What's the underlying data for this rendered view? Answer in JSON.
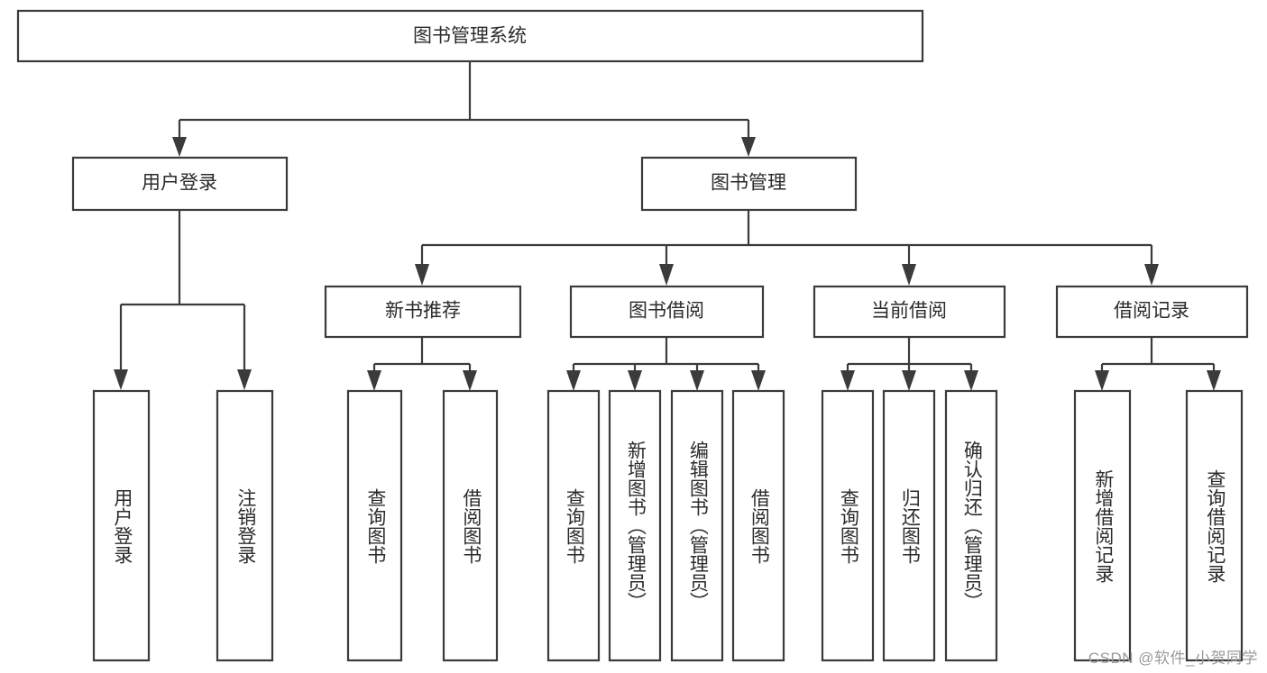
{
  "diagram": {
    "title": "图书管理系统",
    "type": "hierarchy-tree",
    "background_color": "#ffffff",
    "box_border_color": "#3b3b3b",
    "text_color": "#2b2b2b",
    "watermark": "CSDN @软件_小贺同学",
    "levels": {
      "root": {
        "label": "图书管理系统"
      },
      "level2": [
        {
          "label": "用户登录"
        },
        {
          "label": "图书管理"
        }
      ],
      "level3": [
        {
          "label": "新书推荐"
        },
        {
          "label": "图书借阅"
        },
        {
          "label": "当前借阅"
        },
        {
          "label": "借阅记录"
        }
      ],
      "leaves_user_login": [
        {
          "label": "用户登录"
        },
        {
          "label": "注销登录"
        }
      ],
      "leaves_new_book": [
        {
          "label": "查询图书"
        },
        {
          "label": "借阅图书"
        }
      ],
      "leaves_borrow": [
        {
          "label": "查询图书"
        },
        {
          "label": "新增图书（管理员）"
        },
        {
          "label": "编辑图书（管理员）"
        },
        {
          "label": "借阅图书"
        }
      ],
      "leaves_current": [
        {
          "label": "查询图书"
        },
        {
          "label": "归还图书"
        },
        {
          "label": "确认归还（管理员）"
        }
      ],
      "leaves_records": [
        {
          "label": "新增借阅记录"
        },
        {
          "label": "查询借阅记录"
        }
      ]
    }
  }
}
